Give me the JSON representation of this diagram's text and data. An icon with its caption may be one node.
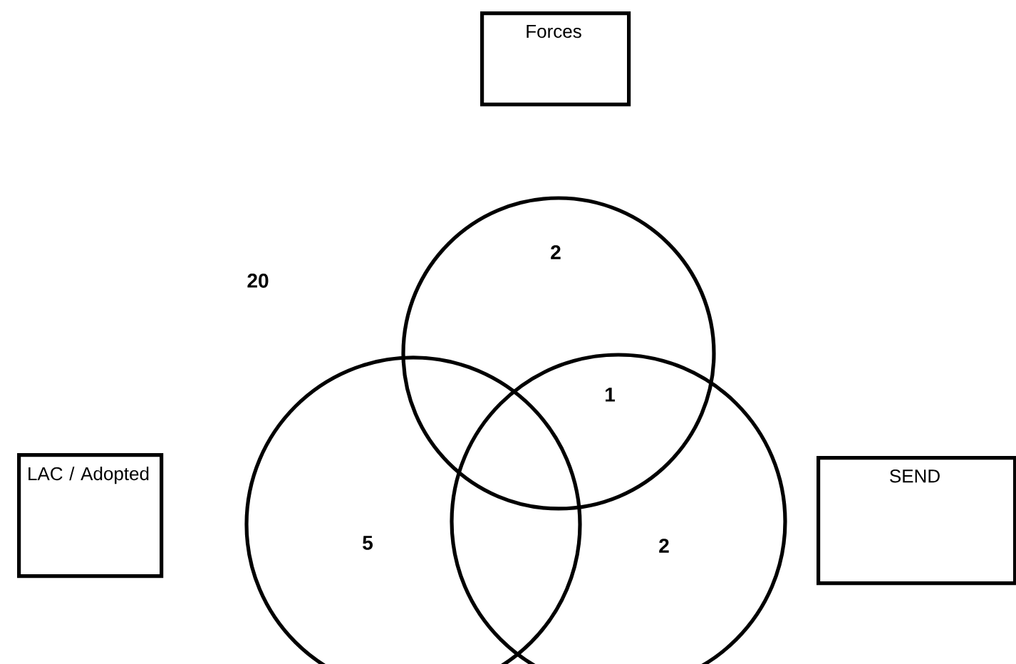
{
  "diagram": {
    "nodes": [
      {
        "text": [
          "Forces"
        ]
      },
      {
        "text": [],
        "shape": "circle"
      },
      {
        "text": [],
        "shape": "circle"
      },
      {
        "text": [],
        "shape": "circle"
      },
      {
        "text": [
          "LAC / Adopted"
        ]
      },
      {
        "text": [
          "SEND"
        ]
      }
    ],
    "labels": [
      "20",
      "2",
      "1",
      "5",
      "2"
    ]
  }
}
